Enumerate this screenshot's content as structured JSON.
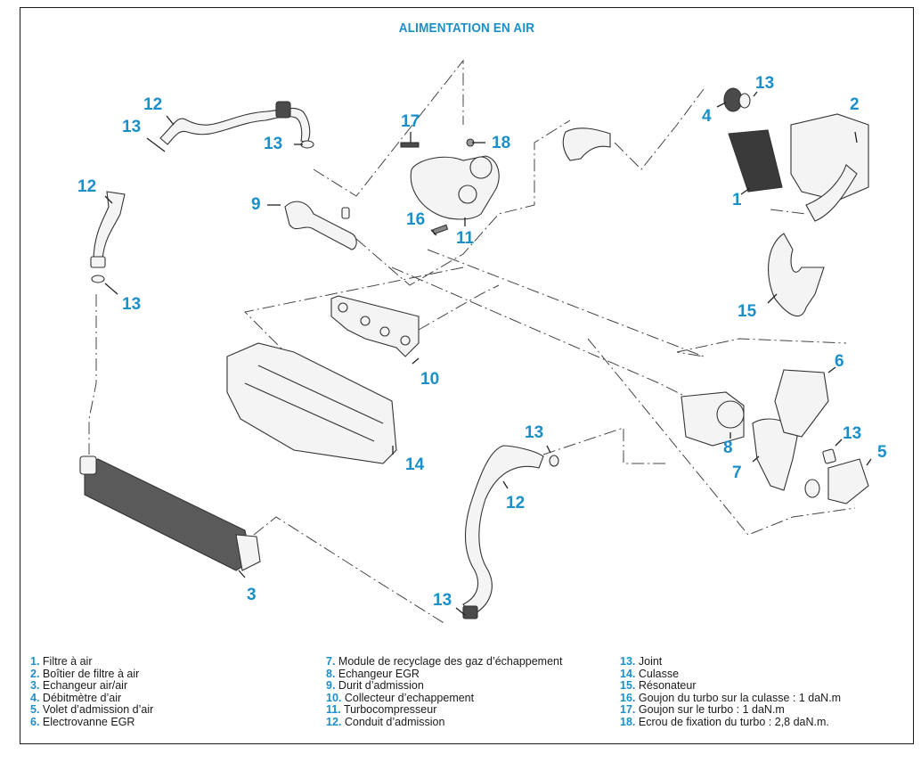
{
  "title": "ALIMENTATION EN AIR",
  "colors": {
    "accent": "#1b8fc9",
    "text": "#1a1a1a",
    "frame": "#1a1a1a"
  },
  "callouts": [
    {
      "id": "c12a",
      "label": "12"
    },
    {
      "id": "c13a",
      "label": "13"
    },
    {
      "id": "c13b",
      "label": "13"
    },
    {
      "id": "c12b",
      "label": "12"
    },
    {
      "id": "c13c",
      "label": "13"
    },
    {
      "id": "c17",
      "label": "17"
    },
    {
      "id": "c18",
      "label": "18"
    },
    {
      "id": "c16",
      "label": "16"
    },
    {
      "id": "c11",
      "label": "11"
    },
    {
      "id": "c9",
      "label": "9"
    },
    {
      "id": "c4",
      "label": "4"
    },
    {
      "id": "c13d",
      "label": "13"
    },
    {
      "id": "c2",
      "label": "2"
    },
    {
      "id": "c1",
      "label": "1"
    },
    {
      "id": "c15",
      "label": "15"
    },
    {
      "id": "c10",
      "label": "10"
    },
    {
      "id": "c14",
      "label": "14"
    },
    {
      "id": "c6",
      "label": "6"
    },
    {
      "id": "c8",
      "label": "8"
    },
    {
      "id": "c7",
      "label": "7"
    },
    {
      "id": "c13e",
      "label": "13"
    },
    {
      "id": "c5",
      "label": "5"
    },
    {
      "id": "c13f",
      "label": "13"
    },
    {
      "id": "c12c",
      "label": "12"
    },
    {
      "id": "c13g",
      "label": "13"
    },
    {
      "id": "c3",
      "label": "3"
    }
  ],
  "legend": {
    "columns": [
      [
        {
          "num": "1.",
          "text": "Filtre à air"
        },
        {
          "num": "2.",
          "text": "Boîtier de filtre à air"
        },
        {
          "num": "3.",
          "text": "Echangeur air/air"
        },
        {
          "num": "4.",
          "text": "Débitmètre d’air"
        },
        {
          "num": "5.",
          "text": "Volet d’admission d’air"
        },
        {
          "num": "6.",
          "text": "Electrovanne EGR"
        }
      ],
      [
        {
          "num": "7.",
          "text": "Module de recyclage des gaz d’échappement"
        },
        {
          "num": "8.",
          "text": "Echangeur EGR"
        },
        {
          "num": "9.",
          "text": "Durit d’admission"
        },
        {
          "num": "10.",
          "text": "Collecteur d’echappement"
        },
        {
          "num": "11.",
          "text": "Turbocompresseur"
        },
        {
          "num": "12.",
          "text": "Conduit d’admission"
        }
      ],
      [
        {
          "num": "13.",
          "text": "Joint"
        },
        {
          "num": "14.",
          "text": "Culasse"
        },
        {
          "num": "15.",
          "text": "Résonateur"
        },
        {
          "num": "16.",
          "text": "Goujon du turbo sur la culasse : 1 daN.m"
        },
        {
          "num": "17.",
          "text": "Goujon sur le turbo : 1 daN.m"
        },
        {
          "num": "18.",
          "text": "Ecrou de fixation du turbo : 2,8 daN.m."
        }
      ]
    ]
  }
}
